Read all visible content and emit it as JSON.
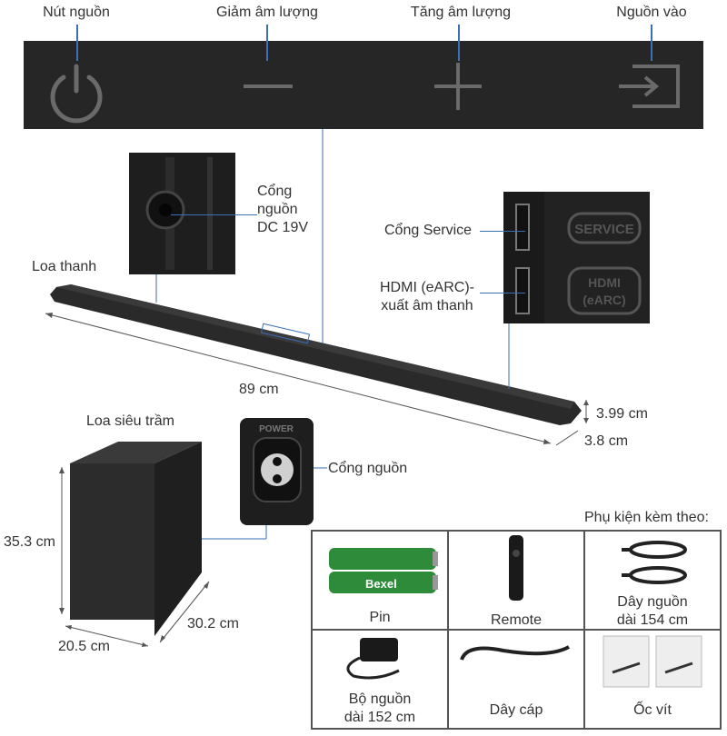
{
  "top_panel": {
    "labels": [
      "Nút nguồn",
      "Giảm âm lượng",
      "Tăng âm lượng",
      "Nguồn vào"
    ]
  },
  "dc_port": {
    "label": "Cổng\nnguồn\nDC 19V"
  },
  "soundbar": {
    "label": "Loa thanh",
    "length": "89 cm",
    "height": "3.99 cm",
    "depth": "3.8 cm"
  },
  "side_ports": {
    "service_label": "Cổng Service",
    "hdmi_label": "HDMI (eARC)-\nxuất âm thanh",
    "service_print": "SERVICE",
    "hdmi_print": "HDMI\n(eARC)"
  },
  "subwoofer": {
    "label": "Loa siêu trầm",
    "height": "35.3 cm",
    "depth": "30.2 cm",
    "width": "20.5 cm",
    "power_label": "Cổng nguồn",
    "power_print": "POWER"
  },
  "accessories": {
    "title": "Phụ kiện kèm theo:",
    "items": [
      {
        "label": "Pin",
        "brand": "Bexel"
      },
      {
        "label": "Remote"
      },
      {
        "label": "Dây nguồn\ndài 154 cm"
      },
      {
        "label": "Bộ nguồn\ndài 152 cm"
      },
      {
        "label": "Dây cáp"
      },
      {
        "label": "Ốc vít"
      }
    ]
  },
  "colors": {
    "accent_line": "#3b6fb6",
    "device": "#2b2b2b",
    "battery_green": "#2e8b3a"
  }
}
